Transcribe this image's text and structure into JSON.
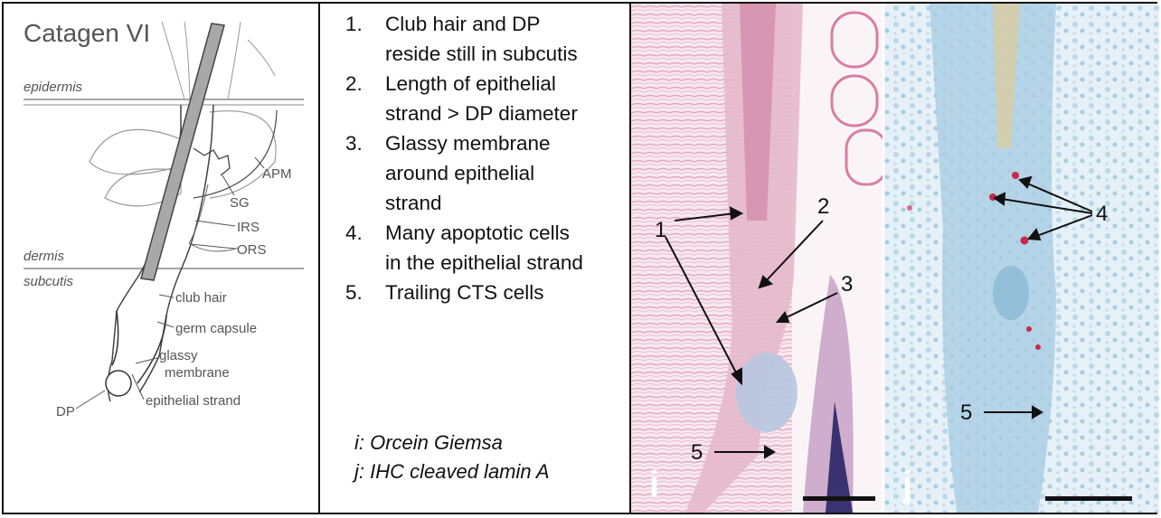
{
  "diagram": {
    "title": "Catagen VI",
    "labels": {
      "epidermis": "epidermis",
      "dermis": "dermis",
      "subcutis": "subcutis",
      "apm": "APM",
      "sg": "SG",
      "irs": "IRS",
      "ors": "ORS",
      "club_hair": "club hair",
      "germ_capsule": "germ capsule",
      "glassy": "glassy",
      "membrane": "membrane",
      "dp": "DP",
      "epithelial_strand": "epithelial strand"
    }
  },
  "criteria": {
    "items": [
      {
        "num": "1.",
        "lines": [
          "Club hair and DP",
          "reside still in subcutis"
        ]
      },
      {
        "num": "2.",
        "lines": [
          "Length of epithelial",
          "strand  > DP diameter"
        ]
      },
      {
        "num": "3.",
        "lines": [
          "Glassy membrane",
          "around epithelial",
          "strand"
        ]
      },
      {
        "num": "4.",
        "lines": [
          "Many apoptotic cells",
          "in the epithelial strand"
        ]
      },
      {
        "num": "5.",
        "lines": [
          "Trailing CTS cells"
        ]
      }
    ],
    "stain_i": "i: Orcein Giemsa",
    "stain_j": "j: IHC cleaved lamin A"
  },
  "photos": {
    "panel_i": {
      "letter": "i",
      "callouts": [
        "1",
        "2",
        "3",
        "5"
      ]
    },
    "panel_j": {
      "letter": "j",
      "callouts": [
        "4",
        "5"
      ]
    }
  },
  "colors": {
    "border": "#111111",
    "diagram_line": "#7a7a7a",
    "club_hair_fill": "#a8a8a8",
    "giemsa_pink": "#e8b8c8",
    "giemsa_bg": "#f6e8ee",
    "ihc_blue": "#a8cce0",
    "ihc_bg": "#e6f1f7",
    "apoptotic_red": "#c8284a"
  }
}
